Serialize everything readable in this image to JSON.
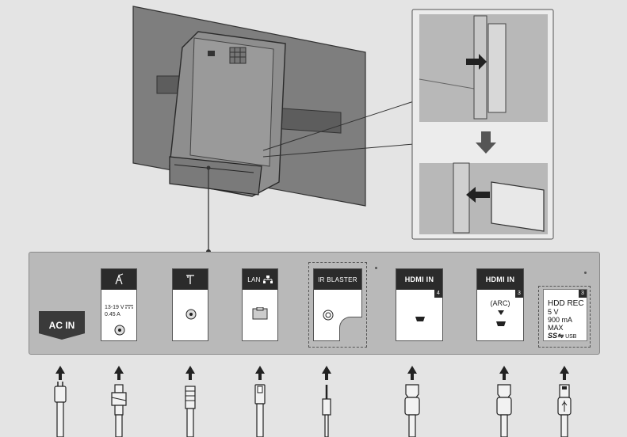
{
  "ports": [
    {
      "id": "ac-in",
      "label": "AC IN"
    },
    {
      "id": "dc-in",
      "head_icon": "satellite-antenna-icon",
      "spec": "13-19 V",
      "spec2": "0.45 A"
    },
    {
      "id": "antenna",
      "head_icon": "antenna-icon"
    },
    {
      "id": "lan",
      "head_label": "LAN",
      "head_icon": "network-icon"
    },
    {
      "id": "ir-blaster",
      "head_label": "IR BLASTER"
    },
    {
      "id": "hdmi-4",
      "head_label": "HDMI IN",
      "number": "4"
    },
    {
      "id": "hdmi-3",
      "head_label": "HDMI IN",
      "number": "3",
      "sub_label": "(ARC)"
    },
    {
      "id": "usb",
      "number": "3",
      "line1": "HDD REC",
      "line2": "5 V",
      "line3": "900 mA MAX",
      "line4": "USB"
    }
  ],
  "colors": {
    "background": "#e4e4e4",
    "tv_panel": "#7f7f7f",
    "panel_dark": "#2b2b2b",
    "port_panel": "#b9b9b9"
  }
}
